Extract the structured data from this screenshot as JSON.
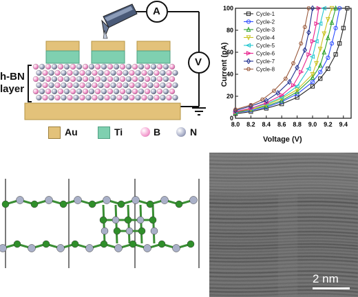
{
  "schematic": {
    "layer_label_line1": "h-BN",
    "layer_label_line2": "layer",
    "meter_a": "A",
    "meter_v": "V",
    "legend": [
      {
        "label": "Au",
        "color": "#e3c27a",
        "shape": "square"
      },
      {
        "label": "Ti",
        "color": "#7fd0b0",
        "shape": "square"
      },
      {
        "label": "B",
        "color": "#f49fd0",
        "shape": "circle"
      },
      {
        "label": "N",
        "color": "#a8aec8",
        "shape": "circle"
      }
    ]
  },
  "chart_data": {
    "type": "line",
    "xlabel": "Voltage (V)",
    "ylabel": "Current (pA)",
    "xlim": [
      8.0,
      9.5
    ],
    "ylim": [
      0,
      100
    ],
    "xticks": [
      8.0,
      8.2,
      8.4,
      8.6,
      8.8,
      9.0,
      9.2,
      9.4
    ],
    "yticks": [
      0,
      20,
      40,
      60,
      80,
      100
    ],
    "legend_position": "top-right",
    "series": [
      {
        "name": "Cycle-1",
        "color": "#222222",
        "marker": "square",
        "x": [
          8.0,
          8.2,
          8.4,
          8.6,
          8.8,
          9.0,
          9.1,
          9.2,
          9.3,
          9.35,
          9.4,
          9.45
        ],
        "y": [
          4,
          6,
          9,
          13,
          19,
          29,
          36,
          45,
          58,
          68,
          82,
          100
        ]
      },
      {
        "name": "Cycle-2",
        "color": "#2b4cff",
        "marker": "circle",
        "x": [
          8.0,
          8.2,
          8.4,
          8.6,
          8.8,
          9.0,
          9.1,
          9.2,
          9.25,
          9.3,
          9.35
        ],
        "y": [
          5,
          7,
          10,
          15,
          22,
          33,
          42,
          55,
          68,
          82,
          100
        ]
      },
      {
        "name": "Cycle-3",
        "color": "#2aa02a",
        "marker": "triangle",
        "x": [
          8.0,
          8.2,
          8.4,
          8.6,
          8.8,
          9.0,
          9.1,
          9.15,
          9.2,
          9.25,
          9.3
        ],
        "y": [
          5,
          8,
          11,
          16,
          24,
          37,
          48,
          60,
          73,
          87,
          100
        ]
      },
      {
        "name": "Cycle-4",
        "color": "#c9c21b",
        "marker": "triangle-down",
        "x": [
          8.0,
          8.2,
          8.4,
          8.6,
          8.8,
          9.0,
          9.05,
          9.1,
          9.15,
          9.2,
          9.25
        ],
        "y": [
          6,
          8,
          12,
          18,
          26,
          40,
          50,
          63,
          77,
          90,
          100
        ]
      },
      {
        "name": "Cycle-5",
        "color": "#22c6cf",
        "marker": "triangle-left",
        "x": [
          8.0,
          8.2,
          8.4,
          8.6,
          8.8,
          8.95,
          9.0,
          9.05,
          9.1,
          9.15
        ],
        "y": [
          6,
          9,
          13,
          19,
          29,
          45,
          56,
          70,
          86,
          100
        ]
      },
      {
        "name": "Cycle-6",
        "color": "#e81f8c",
        "marker": "triangle-right",
        "x": [
          8.0,
          8.2,
          8.4,
          8.6,
          8.75,
          8.85,
          8.95,
          9.0,
          9.05,
          9.08
        ],
        "y": [
          6,
          9,
          14,
          21,
          30,
          42,
          58,
          70,
          86,
          100
        ]
      },
      {
        "name": "Cycle-7",
        "color": "#1b2a8c",
        "marker": "diamond",
        "x": [
          8.0,
          8.2,
          8.4,
          8.55,
          8.7,
          8.8,
          8.9,
          8.95,
          9.0
        ],
        "y": [
          7,
          11,
          16,
          23,
          33,
          46,
          62,
          78,
          100
        ]
      },
      {
        "name": "Cycle-8",
        "color": "#9a5a3c",
        "marker": "hexagon",
        "x": [
          8.0,
          8.2,
          8.35,
          8.5,
          8.65,
          8.75,
          8.85,
          8.9,
          8.95
        ],
        "y": [
          8,
          12,
          17,
          25,
          36,
          50,
          68,
          83,
          100
        ]
      }
    ]
  },
  "tem": {
    "scale_label": "2 nm"
  }
}
